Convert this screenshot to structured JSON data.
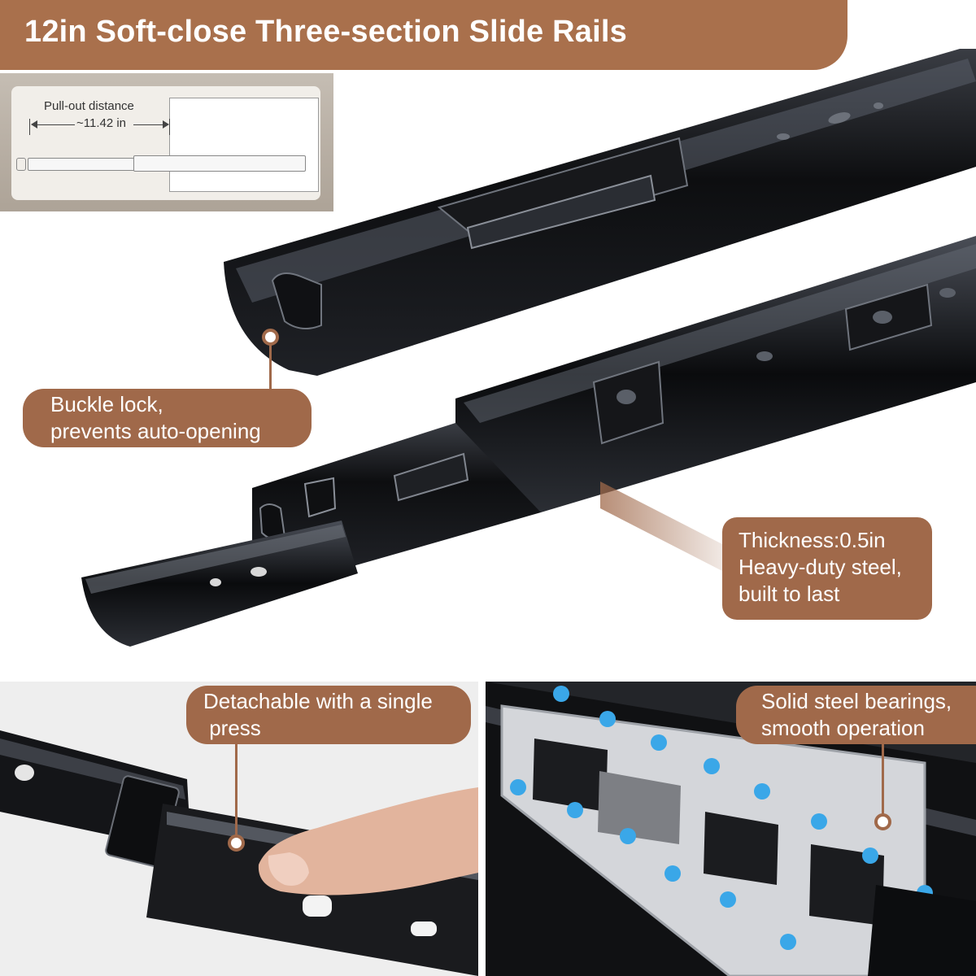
{
  "title": "12in Soft-close Three-section Slide Rails",
  "inset_diagram": {
    "label_line1": "Pull-out distance",
    "label_line2": "~11.42 in"
  },
  "callouts": {
    "buckle_lock": [
      "Buckle lock,",
      "prevents auto-opening"
    ],
    "thickness": [
      "Thickness:0.5in",
      "Heavy-duty steel,",
      "built to last"
    ],
    "detachable": [
      "Detachable with a single",
      " press"
    ],
    "bearings": [
      "Solid steel bearings,",
      "smooth operation"
    ]
  },
  "colors": {
    "accent": "#a9704c",
    "callout": "#a0694a",
    "rail": "#111214",
    "bearing": "#3aa7e8",
    "steel": "#d8dadd"
  }
}
